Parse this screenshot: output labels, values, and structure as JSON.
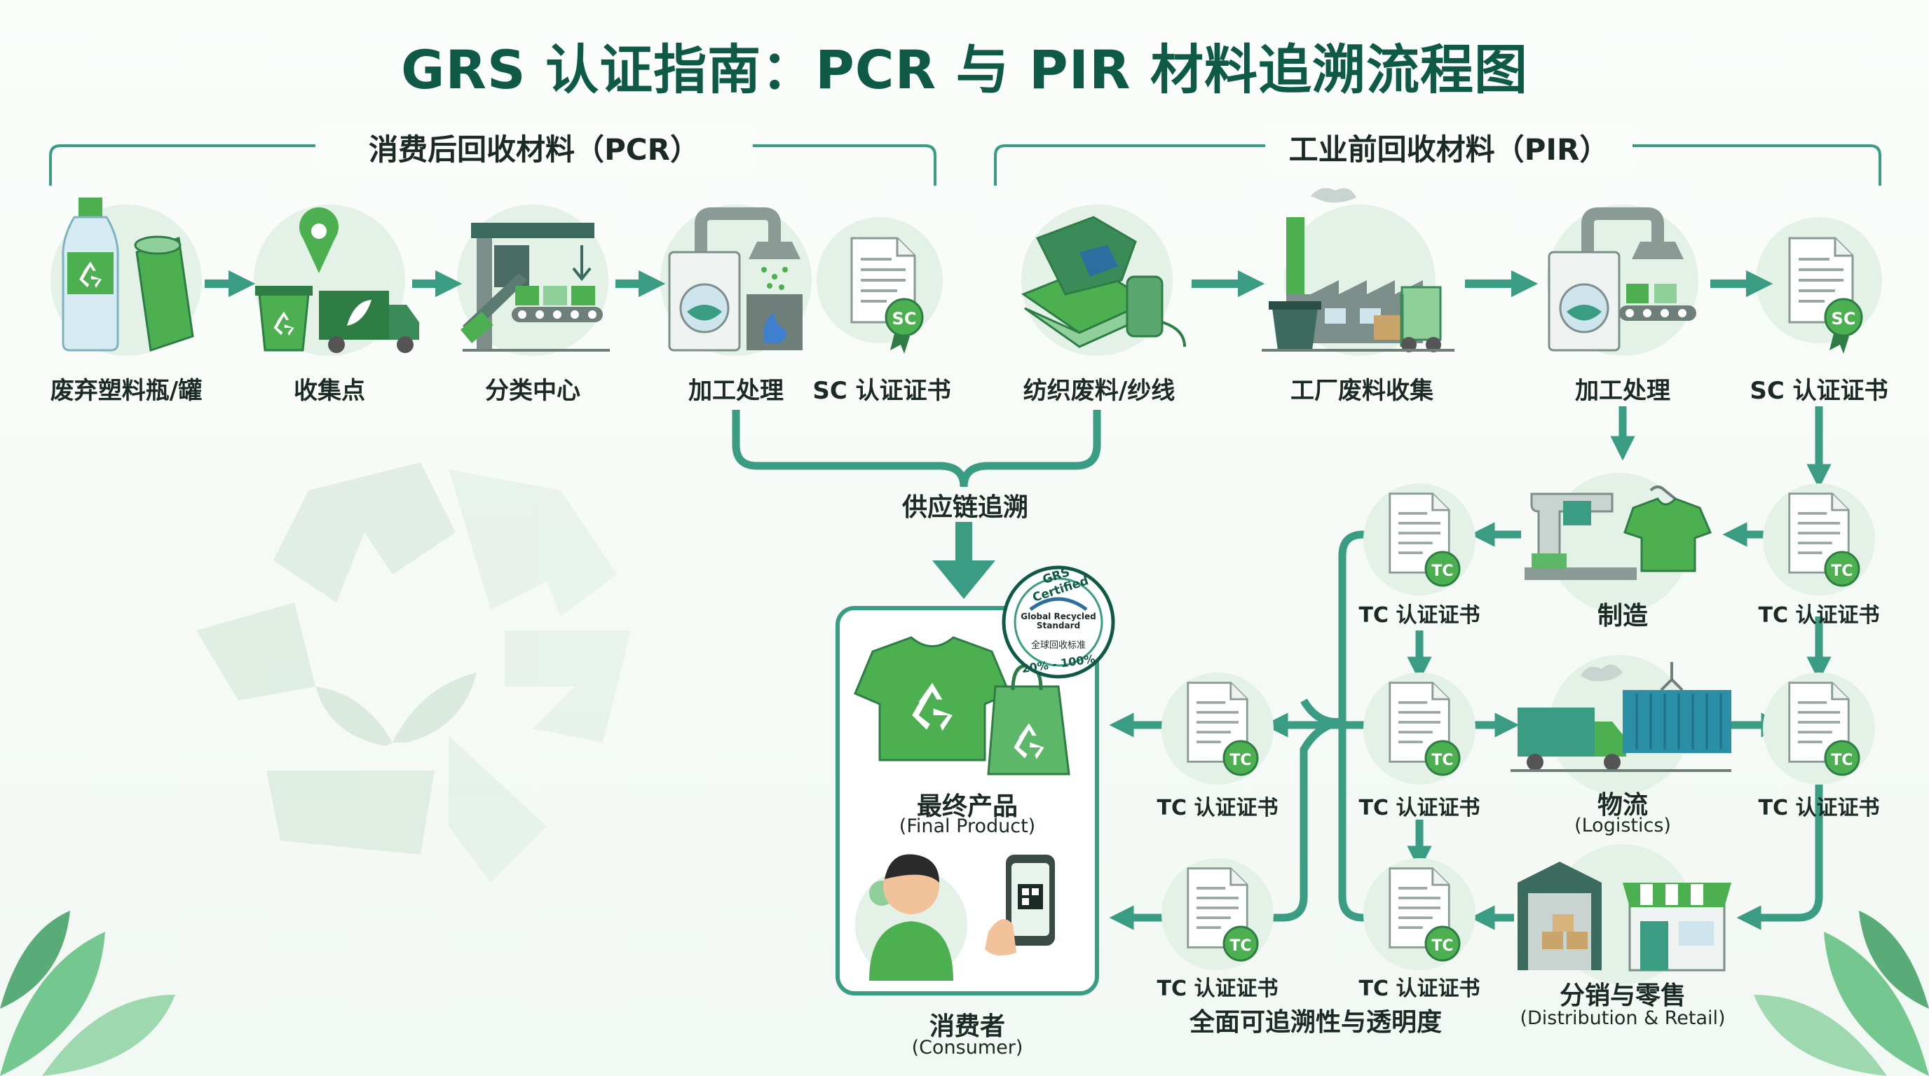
{
  "title": "GRS 认证指南：PCR 与 PIR 材料追溯流程图",
  "sections": {
    "pcr": "消费后回收材料（PCR）",
    "pir": "工业前回收材料（PIR）"
  },
  "pcr_steps": [
    {
      "label": "废弃塑料瓶/罐"
    },
    {
      "label": "收集点"
    },
    {
      "label": "分类中心"
    },
    {
      "label": "加工处理"
    },
    {
      "label": "SC 认证证书"
    }
  ],
  "pir_steps": [
    {
      "label": "纺织废料/纱线"
    },
    {
      "label": "工厂废料收集"
    },
    {
      "label": "加工处理"
    },
    {
      "label": "SC 认证证书"
    }
  ],
  "supply_chain_label": "供应链追溯",
  "final_product": {
    "label": "最终产品",
    "sub": "(Final Product)"
  },
  "consumer": {
    "label": "消费者",
    "sub": "(Consumer)"
  },
  "badge": {
    "arc": "GRS Certified",
    "line1": "Global Recycled",
    "line2": "Standard",
    "line3": "全球回收标准",
    "range": "20% - 100%"
  },
  "manufacturing": {
    "label": "制造"
  },
  "logistics": {
    "label": "物流",
    "sub": "(Logistics)"
  },
  "distribution": {
    "label": "分销与零售",
    "sub": "(Distribution & Retail)"
  },
  "tc_label": "TC 认证证书",
  "sc_seal": "SC",
  "tc_seal": "TC",
  "transparency_label": "全面可追溯性与透明度",
  "colors": {
    "brand": "#0e5a46",
    "accent": "#3a9c82",
    "green": "#4caf50",
    "light": "#e4f1e7"
  }
}
